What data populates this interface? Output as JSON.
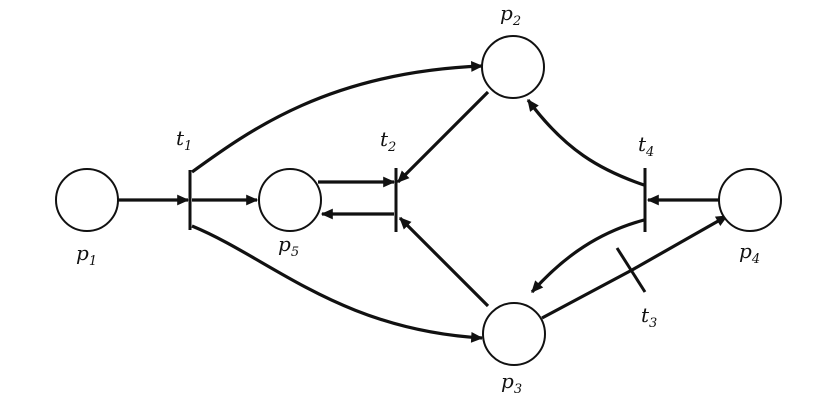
{
  "diagram": {
    "type": "petri-net",
    "places": [
      {
        "id": "p1",
        "name": "p",
        "sub": "1"
      },
      {
        "id": "p2",
        "name": "p",
        "sub": "2"
      },
      {
        "id": "p3",
        "name": "p",
        "sub": "3"
      },
      {
        "id": "p4",
        "name": "p",
        "sub": "4"
      },
      {
        "id": "p5",
        "name": "p",
        "sub": "5"
      }
    ],
    "transitions": [
      {
        "id": "t1",
        "name": "t",
        "sub": "1"
      },
      {
        "id": "t2",
        "name": "t",
        "sub": "2"
      },
      {
        "id": "t3",
        "name": "t",
        "sub": "3"
      },
      {
        "id": "t4",
        "name": "t",
        "sub": "4"
      }
    ],
    "arcs": [
      {
        "from": "p1",
        "to": "t1"
      },
      {
        "from": "t1",
        "to": "p2"
      },
      {
        "from": "t1",
        "to": "p5"
      },
      {
        "from": "t1",
        "to": "p3"
      },
      {
        "from": "p5",
        "to": "t2"
      },
      {
        "from": "t2",
        "to": "p5"
      },
      {
        "from": "p2",
        "to": "t2"
      },
      {
        "from": "p3",
        "to": "t2"
      },
      {
        "from": "t4",
        "to": "p2"
      },
      {
        "from": "t4",
        "to": "p3"
      },
      {
        "from": "p4",
        "to": "t4"
      },
      {
        "from": "p3",
        "to": "t3"
      },
      {
        "from": "t3",
        "to": "p4"
      }
    ]
  }
}
